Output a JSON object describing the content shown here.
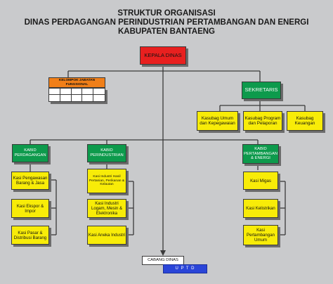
{
  "title": {
    "line1": "STRUKTUR ORGANISASI",
    "line2": "DINAS PERDAGANGAN PERINDUSTRIAN PERTAMBANGAN DAN ENERGI",
    "line3": "KABUPATEN BANTAENG"
  },
  "nodes": {
    "kepala": "KEPALA DINAS",
    "jabatan_fungsional": "KELOMPOK JABATAN FUNGSIONAL",
    "sekretaris": "SEKRETARIS",
    "kasubag_umum": "Kasubag Umum dan Kepegawaian",
    "kasubag_program": "Kasubag Program dan Pelaporan",
    "kasubag_keuangan": "Kasubag Keuangan",
    "kabid_perdagangan": "KABID PERDAGANGAN",
    "kabid_perindustrian": "KABID PERINDUSTRIAN",
    "kabid_pertambangan": "KABID PERTAMBANGAN & ENERGI",
    "kasi_pengawasan": "Kasi Pengawasan Barang & Jasa",
    "kasi_ekspor": "Kasi Ekspor & Impor",
    "kasi_pasar": "Kasi Pasar & Distribusi Barang",
    "kasi_industri_hasil": "Kasi Industri Hasil Pertanian, Perikanan & Kelautan",
    "kasi_industri_logam": "Kasi Industri Logam, Mesin & Elektronika",
    "kasi_aneka": "Kasi Aneka Industri",
    "kasi_migas": "Kasi Migas",
    "kasi_kelistrikan": "Kasi Kelistrikan",
    "kasi_pertambangan_umum": "Kasi Pertambangan Umum",
    "cabang_dinas": "CABANG DINAS",
    "uptd": "U P T D"
  },
  "colors": {
    "background": "#c9cacc",
    "head": "#e8201f",
    "division": "#0d9a4c",
    "section": "#f8ec08",
    "functional": "#f07f19",
    "uptd": "#2a45d8",
    "connector": "#3a3a3a"
  }
}
